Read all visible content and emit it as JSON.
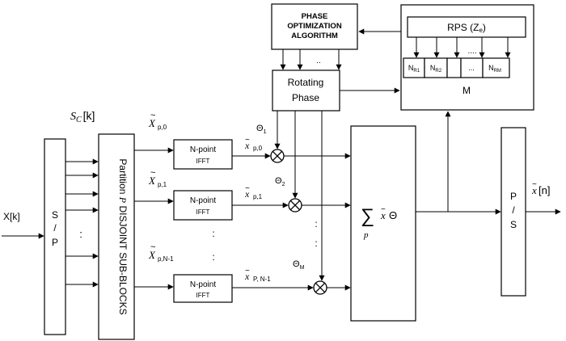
{
  "input_label": "X[k]",
  "sp_block": {
    "l1": "S",
    "l2": "/",
    "l3": "P"
  },
  "sc_label": {
    "main": "S",
    "sub": "C",
    "rest": "[k]"
  },
  "partition_label": {
    "pre": "Partition ",
    "p": "P",
    "post": " DISJOINT SUB-BLOCKS"
  },
  "dots": ":",
  "branches": [
    {
      "x_main": "X",
      "x_sub": "p,0",
      "ifft_line1": "N-point",
      "ifft_line2": "IFFT",
      "out_sub": "p,0",
      "theta_main": "Θ",
      "theta_sub": "1"
    },
    {
      "x_main": "X",
      "x_sub": "p,1",
      "ifft_line1": "N-point",
      "ifft_line2": "IFFT",
      "out_sub": "p,1",
      "theta_main": "Θ",
      "theta_sub": "2"
    },
    {
      "x_main": "X",
      "x_sub": "p,N-1",
      "ifft_line1": "N-point",
      "ifft_line2": "IFFT",
      "out_sub": "P, N-1",
      "theta_main": "Θ",
      "theta_sub": "M"
    }
  ],
  "out_x": "x",
  "phase_opt": {
    "line1": "PHASE",
    "line2": "OPTIMIZATION",
    "line3": "ALGORITHM"
  },
  "opt_dots": "..",
  "rotating_phase": {
    "line1": "Rotating",
    "line2": "Phase"
  },
  "rps": {
    "label": "RPS (Z",
    "sub": "e",
    "close": ")"
  },
  "nr_cells": [
    {
      "main": "N",
      "sub": "R1"
    },
    {
      "main": "N",
      "sub": "R2"
    },
    {
      "main": "...",
      "sub": ""
    },
    {
      "main": "N",
      "sub": "RM"
    }
  ],
  "nr_dots": "....",
  "m_label": "M",
  "sum_block": {
    "sum": "∑",
    "p": "p",
    "x": "x",
    "theta": "Θ"
  },
  "ps_block": {
    "l1": "P",
    "l2": "/",
    "l3": "S"
  },
  "output_label": {
    "x": "x",
    "rest": "[n]"
  }
}
